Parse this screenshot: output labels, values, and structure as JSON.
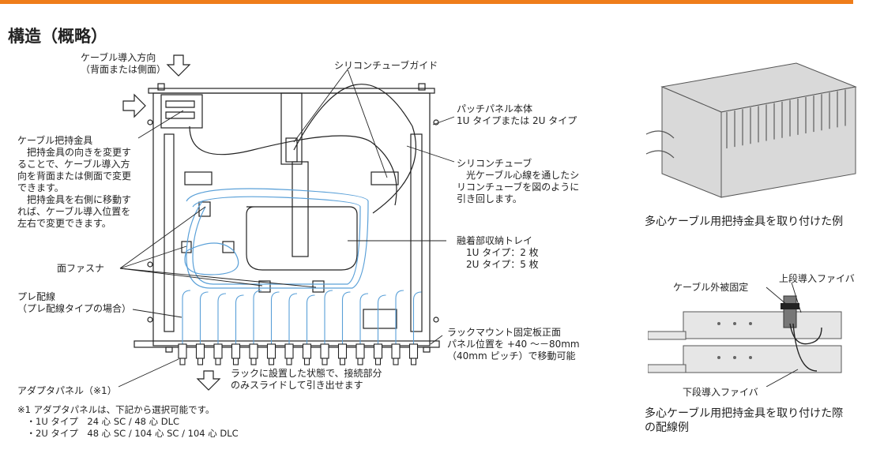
{
  "page": {
    "title": "構造（概略）",
    "accent_color": "#ef7d1a",
    "fiber_color": "#5aa0d8"
  },
  "diagram": {
    "cable_entry": "ケーブル導入方向\n（背面または側面）",
    "silicone_guide": "シリコンチューブガイド",
    "panel_body": "パッチパネル本体\n1U タイプまたは 2U タイプ",
    "cable_holder": "ケーブル把持金具\n　把持金具の向きを変更す\nることで、ケーブル導入方\n向を背面または側面で変更\nできます。\n　把持金具を右側に移動す\nれば、ケーブル導入位置を\n左右で変更できます。",
    "silicone_tube": "シリコンチューブ\n　光ケーブル心線を通したシ\nリコンチューブを図のように\n引き回します。",
    "splice_tray": "融着部収納トレイ\n　1U タイプ：2 枚\n　2U タイプ：5 枚",
    "fastener": "面ファスナ",
    "pre_wiring": "プレ配線\n（プレ配線タイプの場合）",
    "rack_plate": "ラックマウント固定板正面\nパネル位置を +40 〜－80mm\n（40mm ピッチ）で移動可能",
    "slide_note": "ラックに設置した状態で、接続部分\nのみスライドして引き出せます",
    "adapter_panel": "アダプタパネル（※1）",
    "footnote": "※1 アダプタパネルは、下記から選択可能です。\n　・1U タイプ　24 心 SC / 48 心 DLC\n　・2U タイプ　48 心 SC / 104 心 SC / 104 心 DLC"
  },
  "photo1": {
    "caption": "多心ケーブル用把持金具を取り付けた例"
  },
  "photo2": {
    "label_sheath": "ケーブル外被固定",
    "label_upper": "上段導入ファイバ",
    "label_lower": "下段導入ファイバ",
    "caption": "多心ケーブル用把持金具を取り付けた際\nの配線例"
  }
}
